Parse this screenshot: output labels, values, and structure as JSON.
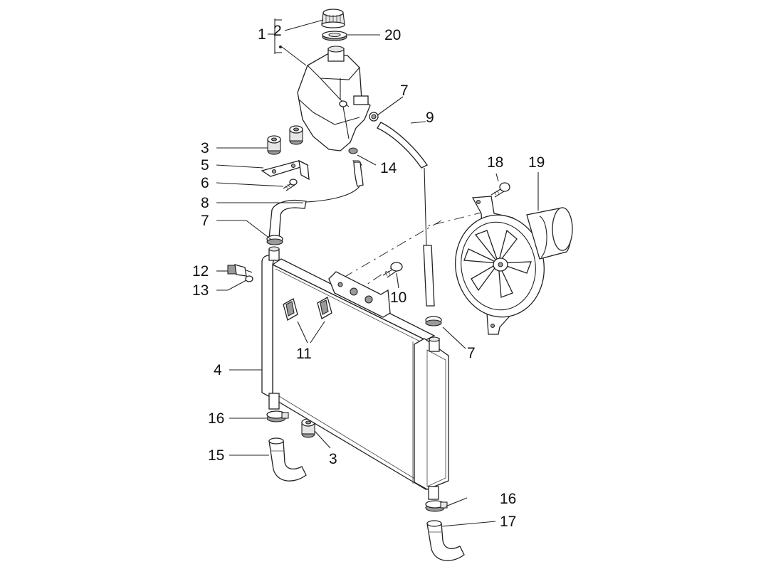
{
  "callouts": {
    "c1": "1",
    "c2": "2",
    "c20": "20",
    "c7a": "7",
    "c9": "9",
    "c3a": "3",
    "c5": "5",
    "c6": "6",
    "c14": "14",
    "c18": "18",
    "c19": "19",
    "c8": "8",
    "c7b": "7",
    "c12": "12",
    "c13": "13",
    "c10": "10",
    "c11": "11",
    "c7c": "7",
    "c4": "4",
    "c16a": "16",
    "c15": "15",
    "c3b": "3",
    "c16b": "16",
    "c17": "17"
  }
}
